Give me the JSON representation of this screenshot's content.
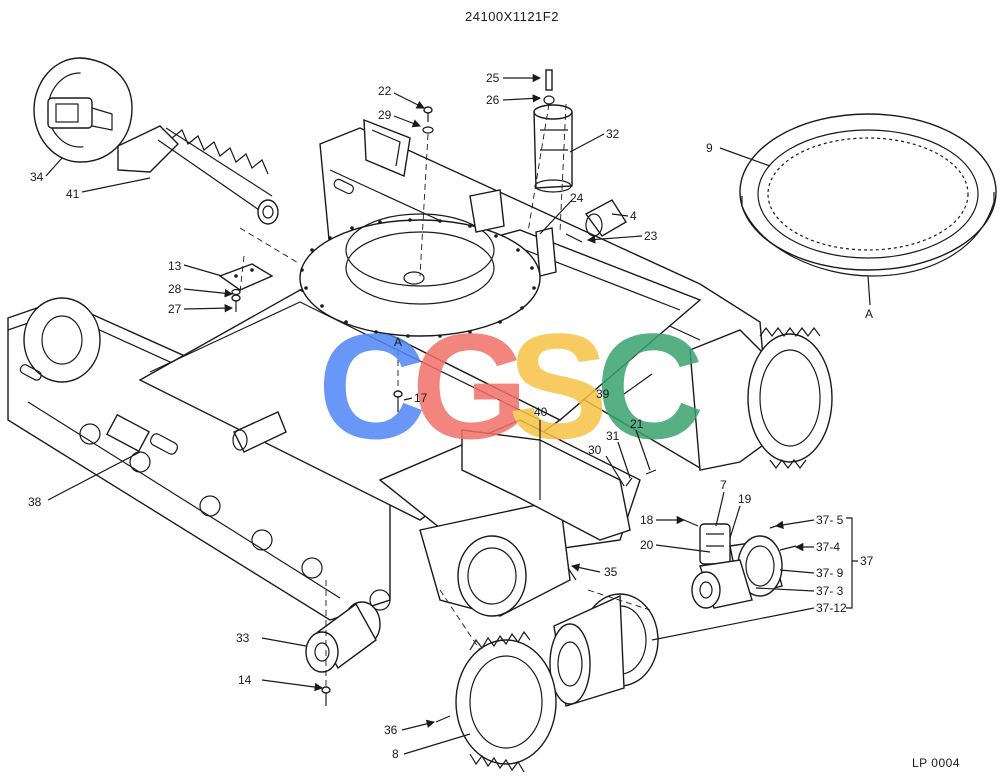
{
  "header": {
    "drawing_code": "24100X1121F2"
  },
  "footer": {
    "page_code": "LP 0004"
  },
  "watermark": {
    "letters": [
      "C",
      "G",
      "S",
      "C"
    ],
    "colors": [
      "#4f86f7",
      "#f07068",
      "#f6c244",
      "#3aa36f"
    ]
  },
  "callouts": {
    "p1": "22",
    "p2": "29",
    "p3": "25",
    "p4": "26",
    "p5": "32",
    "p6": "9",
    "p7": "24",
    "p8": "4",
    "p9": "23",
    "p10": "34",
    "p11": "41",
    "p12": "13",
    "p13": "28",
    "p14": "27",
    "p15": "A",
    "p16": "17",
    "p17": "A",
    "p18": "39",
    "p19": "40",
    "p20": "21",
    "p21": "31",
    "p22": "30",
    "p23": "38",
    "p24": "7",
    "p25": "19",
    "p26": "18",
    "p27": "20",
    "p28": "37- 5",
    "p29": "37-4",
    "p30": "37",
    "p31": "37- 9",
    "p32": "37- 3",
    "p33": "37-12",
    "p34": "35",
    "p35": "33",
    "p36": "14",
    "p37": "36",
    "p38": "8"
  }
}
